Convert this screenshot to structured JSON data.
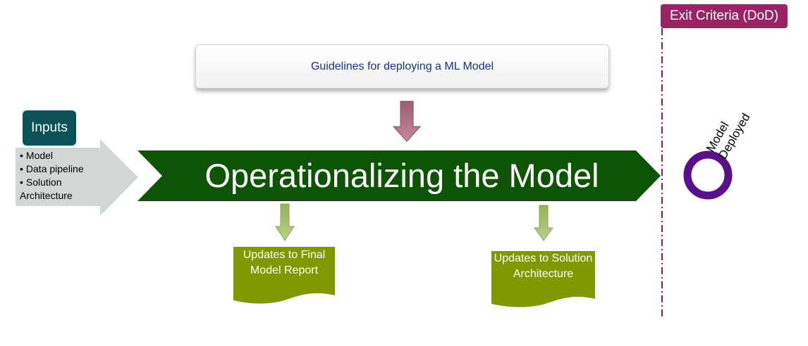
{
  "exit_criteria": {
    "label": "Exit Criteria (DoD)"
  },
  "guidelines": {
    "label": "Guidelines for deploying a ML Model"
  },
  "inputs": {
    "label": "Inputs",
    "items": [
      "Model",
      "Data pipeline",
      "Solution Architecture"
    ]
  },
  "main_process": {
    "label": "Operationalizing the Model"
  },
  "outputs": [
    {
      "label": "Updates to Final Model Report"
    },
    {
      "label": "Updates to Solution Architecture"
    }
  ],
  "milestone": {
    "line1": "Model",
    "line2": "Deployed"
  },
  "colors": {
    "main_arrow": "#0d5405",
    "exit_badge": "#9a2463",
    "inputs_badge": "#0b5257",
    "input_arrow": "#d1d6d7",
    "down_arrow_guideline": "#c08196",
    "down_arrow_output": "#a9c47a",
    "document": "#7f9a00",
    "milestone_ring": "#5a0f8c",
    "dashed_line": "#8a1e55",
    "guideline_text": "#1c2f8f"
  }
}
